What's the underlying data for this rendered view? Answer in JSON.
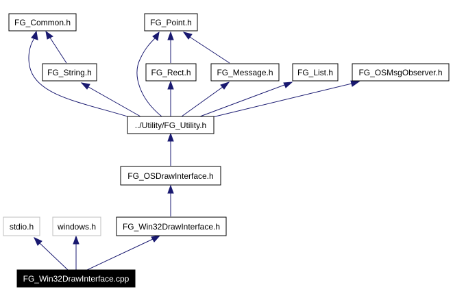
{
  "diagram": {
    "nodes": {
      "fg_common": "FG_Common.h",
      "fg_point": "FG_Point.h",
      "fg_string": "FG_String.h",
      "fg_rect": "FG_Rect.h",
      "fg_message": "FG_Message.h",
      "fg_list": "FG_List.h",
      "fg_osmsgobserver": "FG_OSMsgObserver.h",
      "fg_utility": "../Utility/FG_Utility.h",
      "fg_osdrawinterface": "FG_OSDrawInterface.h",
      "stdio": "stdio.h",
      "windows": "windows.h",
      "fg_win32drawinterface_h": "FG_Win32DrawInterface.h",
      "fg_win32drawinterface_cpp": "FG_Win32DrawInterface.cpp"
    },
    "edges": [
      {
        "from": "fg_string",
        "to": "fg_common"
      },
      {
        "from": "fg_utility",
        "to": "fg_common"
      },
      {
        "from": "fg_rect",
        "to": "fg_point"
      },
      {
        "from": "fg_message",
        "to": "fg_point"
      },
      {
        "from": "fg_utility",
        "to": "fg_point"
      },
      {
        "from": "fg_utility",
        "to": "fg_string"
      },
      {
        "from": "fg_utility",
        "to": "fg_rect"
      },
      {
        "from": "fg_utility",
        "to": "fg_message"
      },
      {
        "from": "fg_utility",
        "to": "fg_list"
      },
      {
        "from": "fg_utility",
        "to": "fg_osmsgobserver"
      },
      {
        "from": "fg_osdrawinterface",
        "to": "fg_utility"
      },
      {
        "from": "fg_win32drawinterface_h",
        "to": "fg_osdrawinterface"
      },
      {
        "from": "fg_win32drawinterface_cpp",
        "to": "stdio"
      },
      {
        "from": "fg_win32drawinterface_cpp",
        "to": "windows"
      },
      {
        "from": "fg_win32drawinterface_cpp",
        "to": "fg_win32drawinterface_h"
      }
    ],
    "colors": {
      "edge": "#191970",
      "node_border": "#000000",
      "external_border": "#bfbfbf",
      "root_fill": "#000000",
      "root_text": "#ffffff"
    }
  }
}
